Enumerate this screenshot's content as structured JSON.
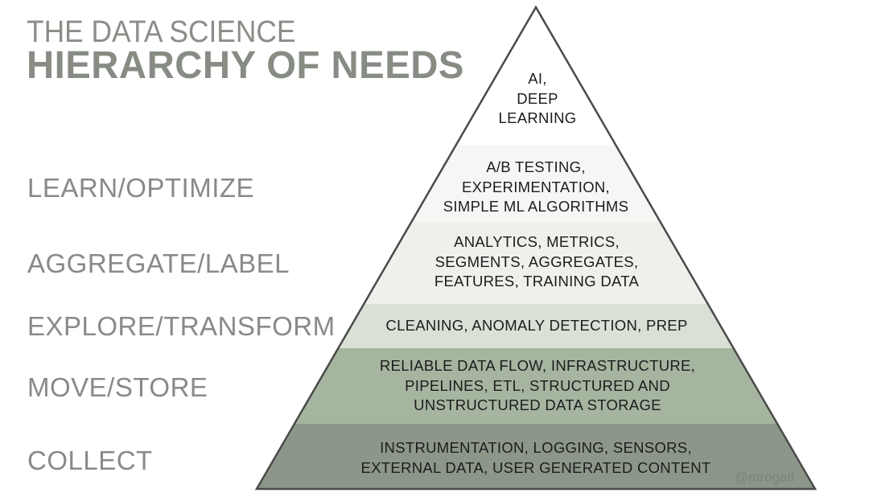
{
  "title": {
    "line1": "THE DATA SCIENCE",
    "line2": "HIERARCHY OF NEEDS"
  },
  "stages": [
    {
      "label": "LEARN/OPTIMIZE"
    },
    {
      "label": "AGGREGATE/LABEL"
    },
    {
      "label": "EXPLORE/TRANSFORM"
    },
    {
      "label": "MOVE/STORE"
    },
    {
      "label": "COLLECT"
    }
  ],
  "pyramid": {
    "tiers": [
      {
        "lines": [
          "AI,",
          "DEEP",
          "LEARNING"
        ],
        "color": "#ffffff"
      },
      {
        "lines": [
          "A/B TESTING,",
          "EXPERIMENTATION,",
          "SIMPLE ML ALGORITHMS"
        ],
        "color": "#f6f7f5"
      },
      {
        "lines": [
          "ANALYTICS, METRICS,",
          "SEGMENTS, AGGREGATES,",
          "FEATURES, TRAINING DATA"
        ],
        "color": "#eef0ec"
      },
      {
        "lines": [
          "CLEANING, ANOMALY DETECTION, PREP"
        ],
        "color": "#d9e0d5"
      },
      {
        "lines": [
          "RELIABLE DATA FLOW, INFRASTRUCTURE,",
          "PIPELINES, ETL, STRUCTURED AND",
          "UNSTRUCTURED DATA STORAGE"
        ],
        "color": "#a6b5a0"
      },
      {
        "lines": [
          "INSTRUMENTATION, LOGGING, SENSORS,",
          "EXTERNAL DATA, USER GENERATED CONTENT"
        ],
        "color": "#8c9789"
      }
    ],
    "outline_color": "#4a4a4a"
  },
  "watermark": "@mrogati",
  "colors": {
    "title": "#878c84",
    "stage_label": "#878b86"
  }
}
